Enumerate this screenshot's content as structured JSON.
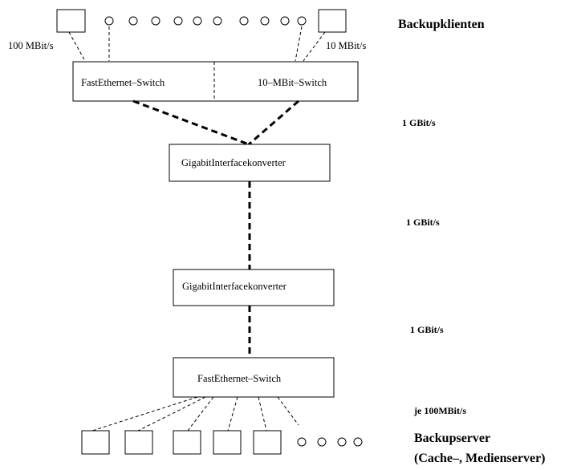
{
  "top": {
    "group_label": "Backupklienten",
    "rate_left": "100 MBit/s",
    "rate_right": "10 MBit/s",
    "switch_left_label": "FastEthernet–Switch",
    "switch_right_label": "10–MBit–Switch"
  },
  "links": {
    "rate_1": "1 GBit/s",
    "rate_2": "1 GBit/s",
    "rate_3": "1 GBit/s",
    "rate_servers": "je 100MBit/s"
  },
  "middle": {
    "gbic_1_label": "GigabitInterfacekonverter",
    "gbic_2_label": "GigabitInterfacekonverter"
  },
  "bottom": {
    "switch_label": "FastEthernet–Switch",
    "group_label_line1": "Backupserver",
    "group_label_line2": "(Cache–, Medienserver)"
  },
  "client_circles": 10,
  "server_boxes": 5,
  "server_circles": 4
}
